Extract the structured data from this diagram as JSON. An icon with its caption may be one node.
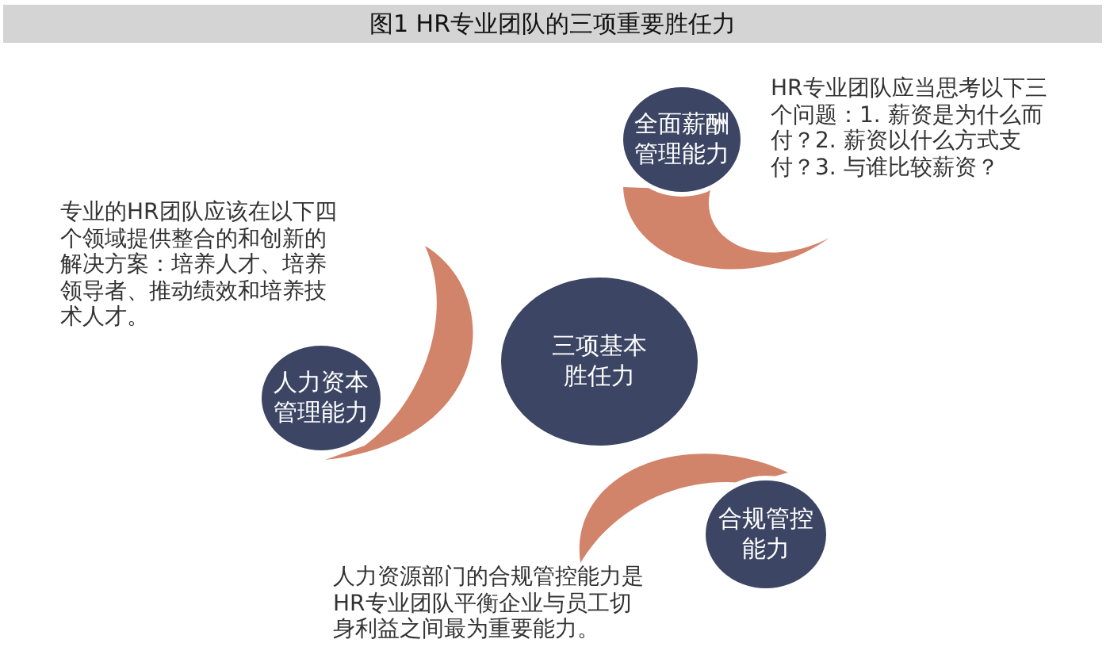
{
  "diagram": {
    "title": "图1 HR专业团队的三项重要胜任力",
    "nodes": [
      {
        "text": [
          "全面薪酬管理能力"
        ],
        "beside": [
          "HR专业团队应当思考以下三个问题：1. 薪资是为什么而付？2. 薪资以什么方式支付？3. 与谁比较薪资？"
        ]
      },
      {
        "text": [
          "人力资本管理能力"
        ],
        "beside": [
          "专业的HR团队应该在以下四个领域提供整合的和创新的解决方案：培养人才、培养领导者、推动绩效和培养技术人才。"
        ]
      },
      {
        "text": [
          "三项基本胜任力"
        ]
      },
      {
        "text": [
          "合规管控能力"
        ],
        "beside": [
          "人力资源部门的合规管控能力是HR专业团队平衡企业与员工切身利益之间最为重要能力。"
        ]
      }
    ]
  }
}
